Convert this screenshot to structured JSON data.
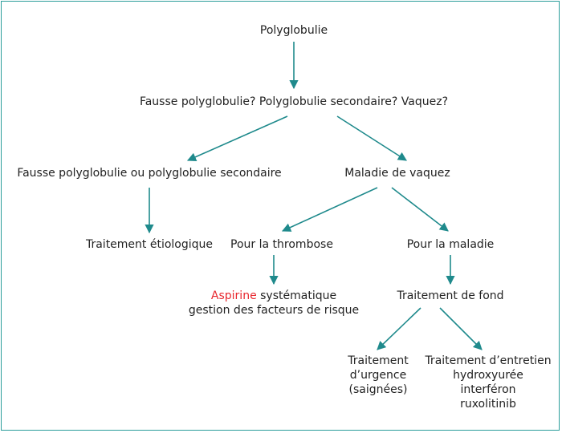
{
  "colors": {
    "arrow": "#1f8a8c",
    "frame": "#2a9d9a",
    "highlight": "#e8272e",
    "text": "#222222"
  },
  "nodes": {
    "root": "Polyglobulie",
    "question": "Fausse polyglobulie? Polyglobulie secondaire? Vaquez?",
    "secondary": "Fausse polyglobulie ou polyglobulie secondaire",
    "vaquez": "Maladie de vaquez",
    "etiologic": "Traitement étiologique",
    "thrombosis": "Pour la thrombose",
    "disease": "Pour la maladie",
    "aspirin_highlight": "Aspirine",
    "aspirin_rest": " systématique",
    "risk_factors": "gestion des facteurs de risque",
    "background": "Traitement de fond",
    "emergency": [
      "Traitement",
      "d’urgence",
      "(saignées)"
    ],
    "maintenance": [
      "Traitement d’entretien",
      "hydroxyurée",
      "interféron",
      "ruxolitinib"
    ]
  }
}
